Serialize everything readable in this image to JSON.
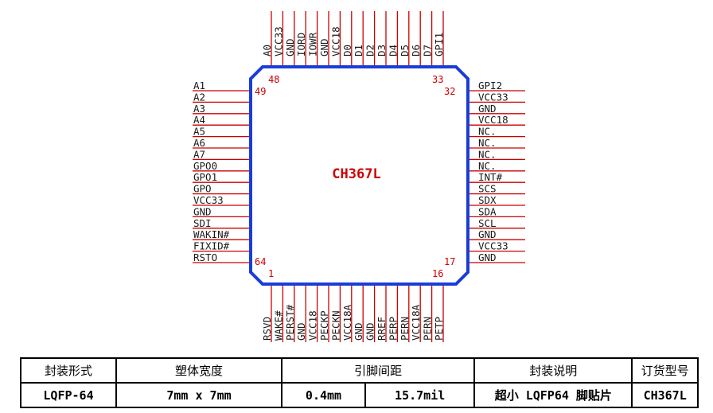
{
  "chip": {
    "name": "CH367L",
    "corner_numbers": {
      "tl_top": "48",
      "tl_left": "49",
      "tr_top": "33",
      "tr_right": "32",
      "bl_left": "64",
      "bl_bottom": "1",
      "br_right": "17",
      "br_bottom": "16"
    },
    "colors": {
      "outline": "#1a3dd8",
      "pin": "#cc0000",
      "text": "#1a1a1a",
      "accent": "#cc0000"
    },
    "pins_top": [
      "A0",
      "VCC33",
      "GND",
      "IORD",
      "IOWR",
      "GND",
      "VCC18",
      "D0",
      "D1",
      "D2",
      "D3",
      "D4",
      "D5",
      "D6",
      "D7",
      "GPI1"
    ],
    "pins_left": [
      "A1",
      "A2",
      "A3",
      "A4",
      "A5",
      "A6",
      "A7",
      "GPO0",
      "GPO1",
      "GPO",
      "VCC33",
      "GND",
      "SDI",
      "WAKIN#",
      "FIXID#",
      "RSTO"
    ],
    "pins_right": [
      "GPI2",
      "VCC33",
      "GND",
      "VCC18",
      "NC.",
      "NC.",
      "NC.",
      "NC.",
      "INT#",
      "SCS",
      "SDX",
      "SDA",
      "SCL",
      "GND",
      "VCC33",
      "GND"
    ],
    "pins_bottom": [
      "RSVD",
      "WAKE#",
      "PERST#",
      "GND",
      "VCC18",
      "PECKP",
      "PECKN",
      "VCC18A",
      "GND",
      "GND",
      "RREF",
      "PERP",
      "PERN",
      "VCC18A",
      "PERN",
      "PETP"
    ]
  },
  "table": {
    "headers": [
      "封装形式",
      "塑体宽度",
      "引脚间距",
      "封装说明",
      "订货型号"
    ],
    "row": {
      "package": "LQFP-64",
      "body_width": "7mm x 7mm",
      "pitch_mm": "0.4mm",
      "pitch_mil": "15.7mil",
      "description": "超小 LQFP64 脚贴片",
      "order_model": "CH367L"
    }
  }
}
